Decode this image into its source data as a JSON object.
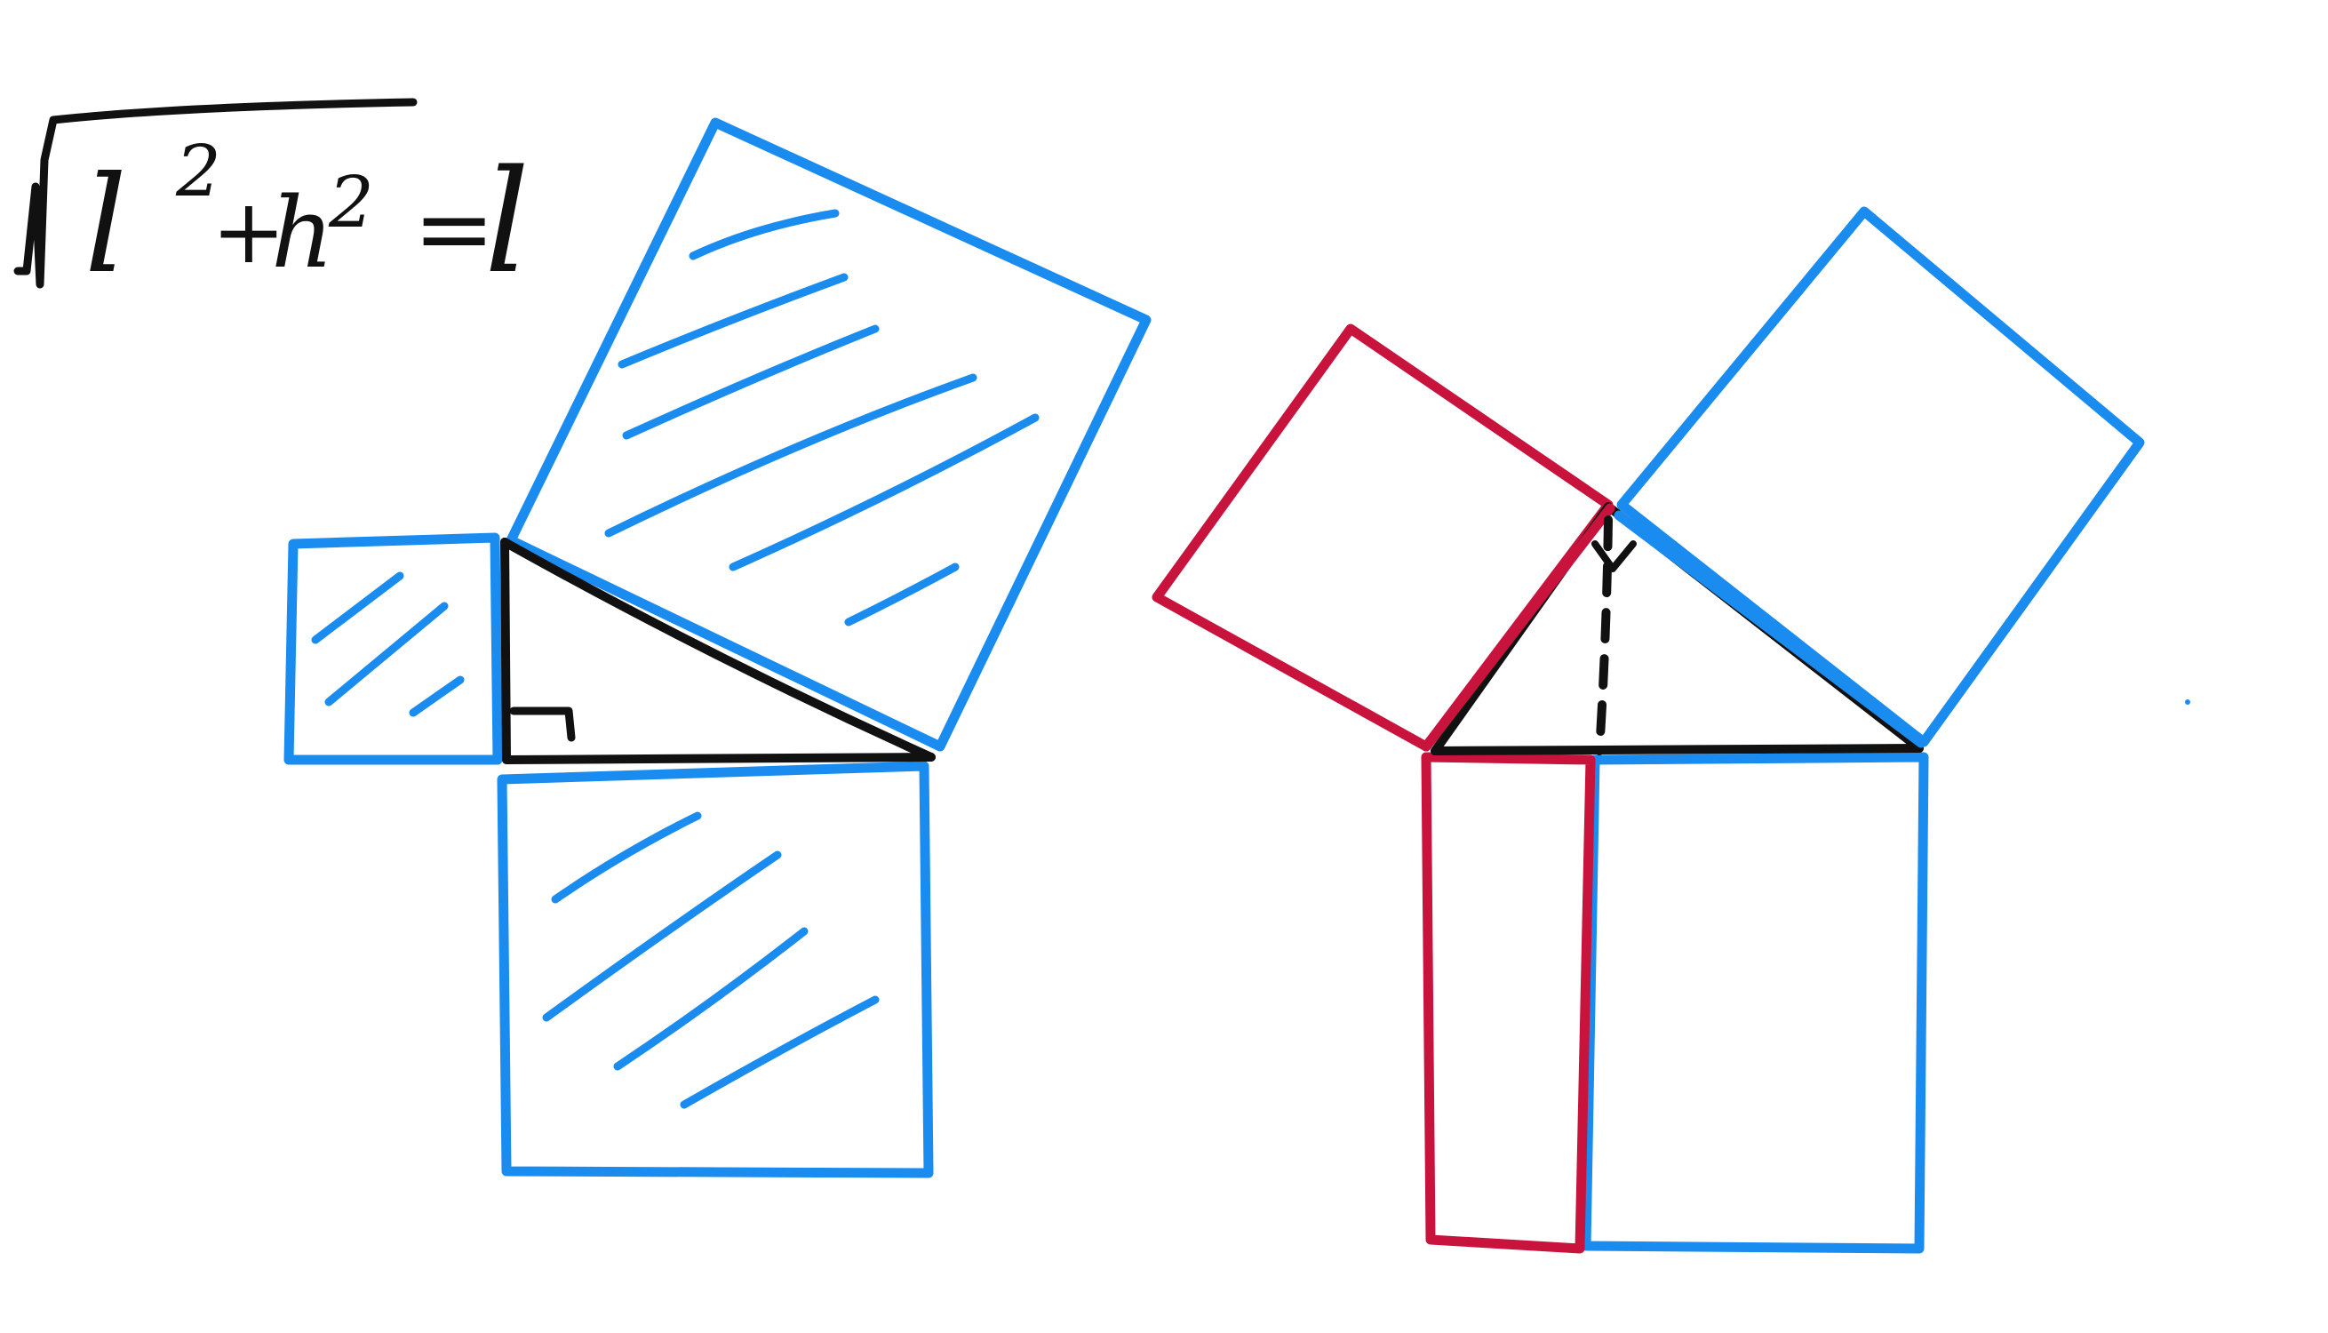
{
  "formula": {
    "base_letter": "l",
    "exp_1": "2",
    "plus": "+",
    "h_letter": "h",
    "exp_2": "2",
    "equals": "=",
    "rhs_letter": "l"
  },
  "colors": {
    "blue": "#1a8cf0",
    "red": "#c8143c",
    "black": "#111111",
    "background": "#ffffff"
  },
  "left_figure": {
    "description_visible": false,
    "squares": [
      "small-left-square",
      "hypotenuse-square",
      "bottom-square"
    ],
    "hatched": true,
    "right_angle_marker": true
  },
  "right_figure": {
    "squares": [
      "left-red-square",
      "right-blue-square"
    ],
    "rectangles": [
      "bottom-red-rectangle",
      "bottom-blue-rectangle"
    ],
    "altitude_dashed": true,
    "right_angle_marker": true
  }
}
